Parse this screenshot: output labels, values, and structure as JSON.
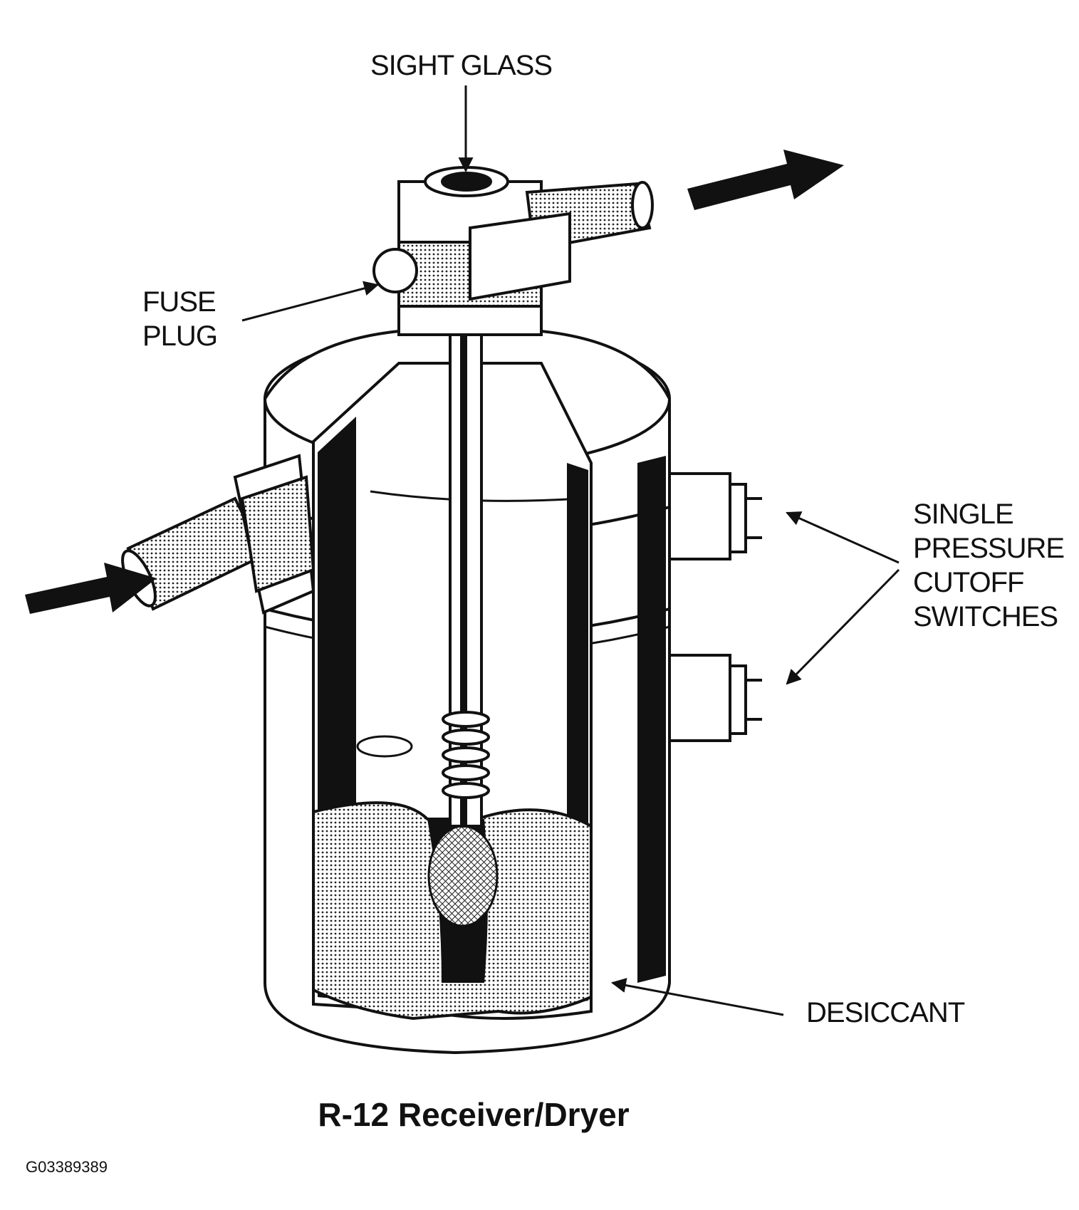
{
  "labels": {
    "sight_glass": "SIGHT GLASS",
    "fuse_plug": [
      "FUSE",
      "PLUG"
    ],
    "switches": [
      "SINGLE",
      "PRESSURE",
      "CUTOFF",
      "SWITCHES"
    ],
    "desiccant": "DESICCANT"
  },
  "title": "R-12 Receiver/Dryer",
  "figure_id": "G03389389",
  "colors": {
    "ink": "#111111",
    "paper": "#ffffff",
    "stipple": "#9a9a9a"
  }
}
